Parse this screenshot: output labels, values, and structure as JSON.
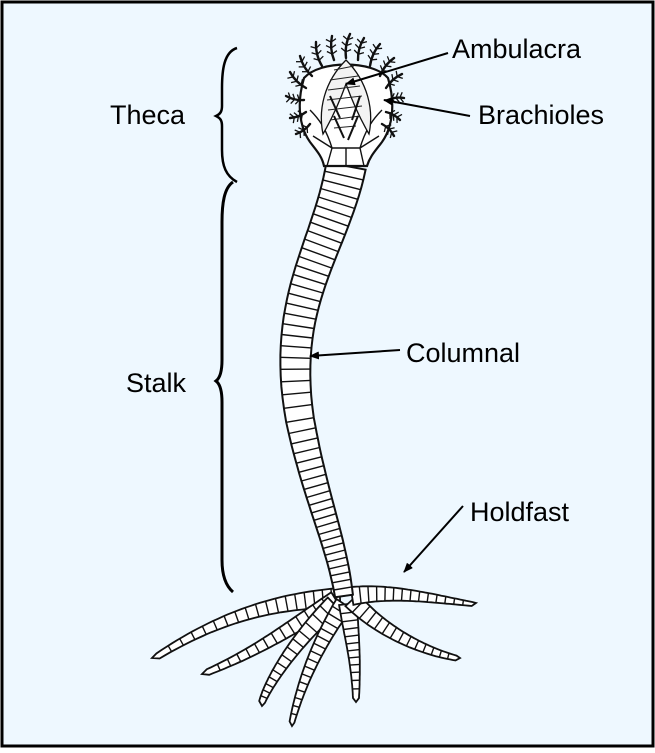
{
  "diagram": {
    "colors": {
      "background": "#eef8ff",
      "border": "#000000",
      "ink": "#111111",
      "fill": "#ffffff"
    },
    "brackets": {
      "theca_label": "Theca",
      "stalk_label": "Stalk"
    },
    "labels": {
      "ambulacra": "Ambulacra",
      "brachioles": "Brachioles",
      "columnal": "Columnal",
      "holdfast": "Holdfast"
    }
  }
}
